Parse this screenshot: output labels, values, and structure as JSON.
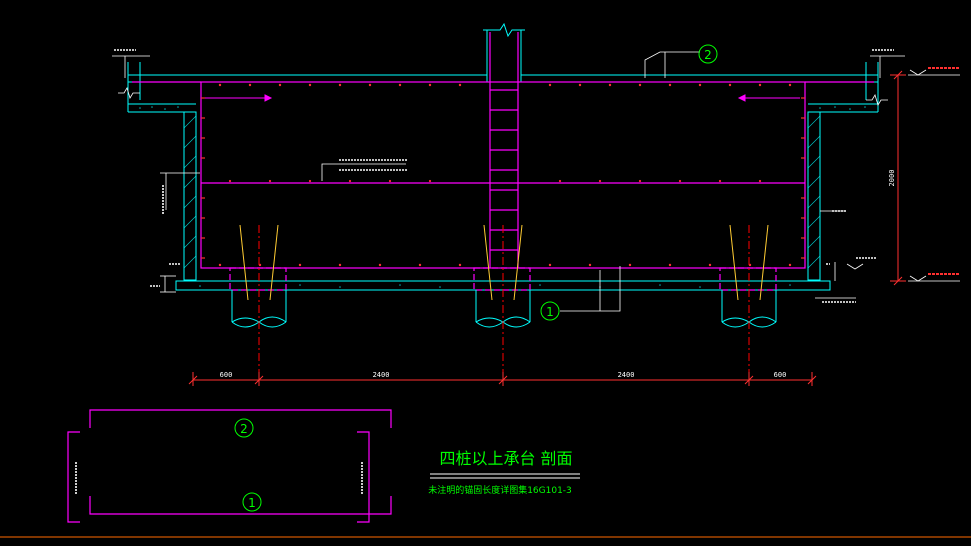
{
  "drawing": {
    "title": "四桩以上承台 剖面",
    "subtitle": "未注明的锚固长度详图集16G101-3",
    "colors": {
      "background": "#000000",
      "concrete": "#00ffff",
      "rebar": "#ff00ff",
      "rebar_tick": "#ff3030",
      "dimension": "#ff3030",
      "annotation": "#ffffff",
      "callout": "#00ff00",
      "pile_axis": "#ff0000",
      "pile_rebar": "#ffcc33",
      "title": "#00ff00"
    }
  },
  "callouts": {
    "rebar_1": "1",
    "rebar_2": "2",
    "detail_1": "1",
    "detail_2": "2"
  },
  "dimensions": {
    "left_edge": "600",
    "span_left": "2400",
    "span_right": "2400",
    "right_edge": "600",
    "height": "2000"
  }
}
